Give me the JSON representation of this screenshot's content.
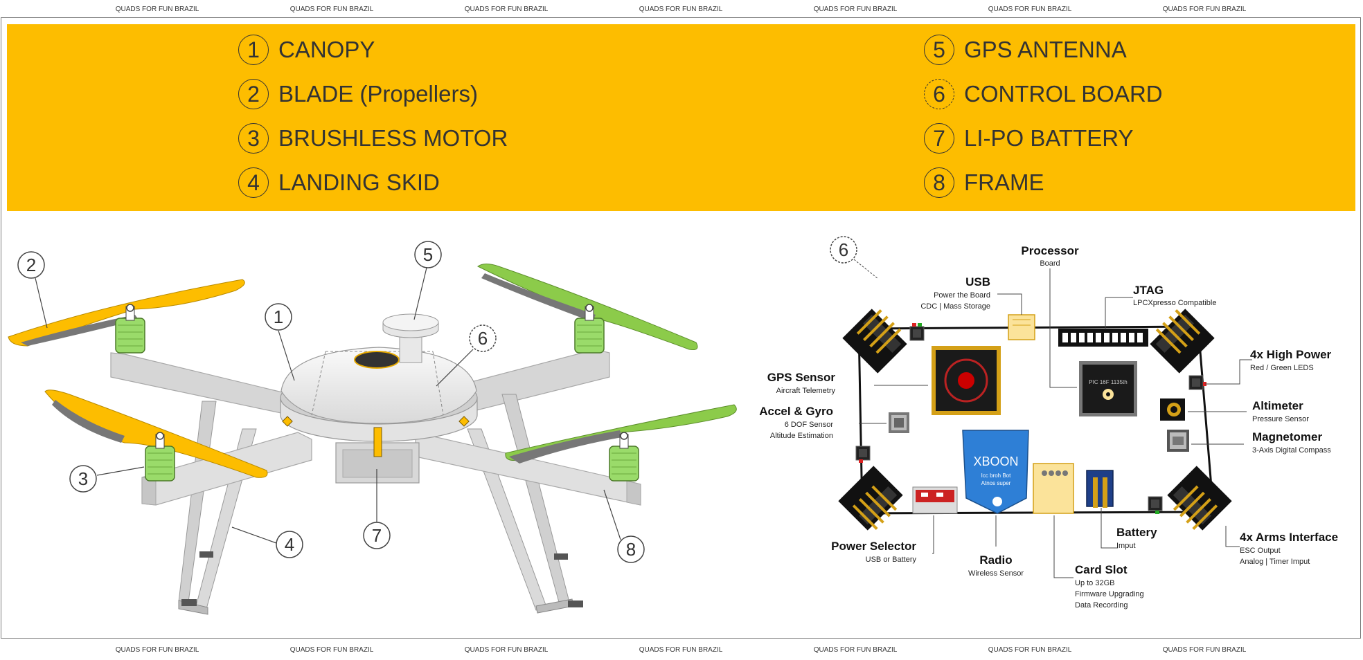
{
  "watermark": {
    "text": "QUADS FOR FUN BRAZIL"
  },
  "legend": {
    "items": [
      {
        "num": "1",
        "label": "CANOPY"
      },
      {
        "num": "2",
        "label": "BLADE (Propellers)"
      },
      {
        "num": "3",
        "label": "BRUSHLESS MOTOR"
      },
      {
        "num": "4",
        "label": "LANDING SKID"
      },
      {
        "num": "5",
        "label": "GPS ANTENNA"
      },
      {
        "num": "6",
        "label": "CONTROL BOARD"
      },
      {
        "num": "7",
        "label": "LI-PO BATTERY"
      },
      {
        "num": "8",
        "label": "FRAME"
      }
    ]
  },
  "drone": {
    "callouts": [
      "1",
      "2",
      "3",
      "4",
      "5",
      "6",
      "7",
      "8"
    ]
  },
  "board": {
    "callout": "6",
    "chip_xboon": "XBOON",
    "chip_xboon_sub1": "Icc broh Bot",
    "chip_xboon_sub2": "Atnos super",
    "chip_pic": "PIC 16F 1135th",
    "labels": {
      "processor": {
        "title": "Processor",
        "sub": [
          "Board"
        ]
      },
      "usb": {
        "title": "USB",
        "sub": [
          "Power the Board",
          "CDC | Mass Storage"
        ]
      },
      "jtag": {
        "title": "JTAG",
        "sub": [
          "LPCXpresso Compatible"
        ]
      },
      "high_power": {
        "title": "4x High Power",
        "sub": [
          "Red / Green LEDS"
        ]
      },
      "gps": {
        "title": "GPS Sensor",
        "sub": [
          "Aircraft Telemetry"
        ]
      },
      "accel": {
        "title": "Accel & Gyro",
        "sub": [
          "6 DOF Sensor",
          "Altitude Estimation"
        ]
      },
      "altimeter": {
        "title": "Altimeter",
        "sub": [
          "Pressure Sensor"
        ]
      },
      "magnetometer": {
        "title": "Magnetomer",
        "sub": [
          "3-Axis Digital Compass"
        ]
      },
      "power_selector": {
        "title": "Power Selector",
        "sub": [
          "USB or Battery"
        ]
      },
      "radio": {
        "title": "Radio",
        "sub": [
          "Wireless Sensor"
        ]
      },
      "card_slot": {
        "title": "Card Slot",
        "sub": [
          "Up to 32GB",
          "Firmware Upgrading",
          "Data Recording"
        ]
      },
      "battery": {
        "title": "Battery",
        "sub": [
          "Imput"
        ]
      },
      "arms": {
        "title": "4x Arms Interface",
        "sub": [
          "ESC Output",
          "Analog | Timer Imput"
        ]
      }
    }
  },
  "colors": {
    "legend_bg": "#FDBD00",
    "blade_yellow": "#FDBD00",
    "blade_green": "#8CCB4A",
    "motor_green": "#9ADB6A",
    "board_blue": "#2E7FD6"
  }
}
